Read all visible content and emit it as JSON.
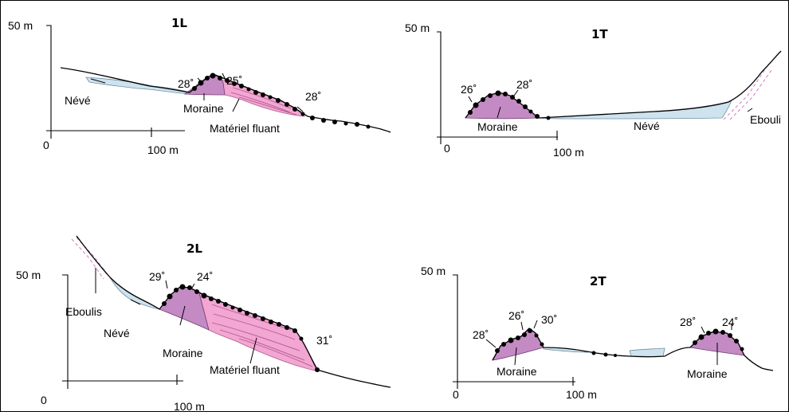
{
  "panels": {
    "p1L": {
      "title": "1L",
      "height_label": "50 m",
      "origin_label": "0",
      "distance_label": "100 m",
      "neve_label": "Névé",
      "moraine_label": "Moraine",
      "fluant_label": "Matériel fluant",
      "angles": [
        "28˚",
        "25˚",
        "28˚"
      ]
    },
    "p1T": {
      "title": "1T",
      "height_label": "50 m",
      "origin_label": "0",
      "distance_label": "100 m",
      "moraine_label": "Moraine",
      "neve_label": "Névé",
      "scree_label": "Ebouli",
      "angles": [
        "26˚",
        "28˚"
      ]
    },
    "p2L": {
      "title": "2L",
      "height_label": "50 m",
      "origin_label": "0",
      "distance_label": "100 m",
      "scree_label": "Eboulis",
      "neve_label": "Névé",
      "moraine_label": "Moraine",
      "fluant_label": "Matériel fluant",
      "angles": [
        "29˚",
        "24˚",
        "31˚"
      ]
    },
    "p2T": {
      "title": "2T",
      "height_label": "50 m",
      "origin_label": "0",
      "distance_label": "100 m",
      "moraine_label_1": "Moraine",
      "moraine_label_2": "Moraine",
      "angles": [
        "28˚",
        "26˚",
        "30˚",
        "28˚",
        "24˚"
      ]
    }
  },
  "colors": {
    "neve": "#cfe3ee",
    "moraine": "#c48ac4",
    "fluant": "#f2a6d2",
    "scree": "#d47bc0"
  }
}
